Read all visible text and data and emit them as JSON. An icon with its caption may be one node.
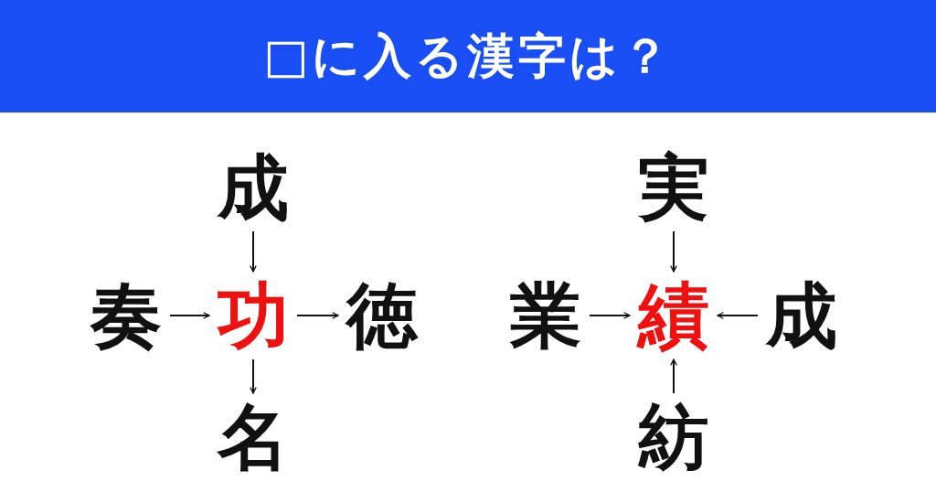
{
  "diagram": {
    "title": "□に入る漢字は？",
    "nodes": [
      {
        "text": [
          "成"
        ]
      },
      {
        "text": [
          "奏"
        ]
      },
      {
        "text": [
          "功"
        ]
      },
      {
        "text": [
          "徳"
        ]
      },
      {
        "text": [
          "名"
        ]
      },
      {
        "text": [
          "実"
        ]
      },
      {
        "text": [
          "業"
        ]
      },
      {
        "text": [
          "績"
        ]
      },
      {
        "text": [
          "成"
        ]
      },
      {
        "text": [
          "紡"
        ]
      }
    ],
    "edges": [
      {
        "from": 0,
        "to": 2,
        "arrow": "to"
      },
      {
        "from": 1,
        "to": 2,
        "arrow": "to"
      },
      {
        "from": 2,
        "to": 3,
        "arrow": "to"
      },
      {
        "from": 2,
        "to": 4,
        "arrow": "to"
      },
      {
        "from": 5,
        "to": 7,
        "arrow": "to"
      },
      {
        "from": 6,
        "to": 7,
        "arrow": "to"
      },
      {
        "from": 8,
        "to": 7,
        "arrow": "to"
      },
      {
        "from": 9,
        "to": 7,
        "arrow": "to"
      }
    ]
  }
}
